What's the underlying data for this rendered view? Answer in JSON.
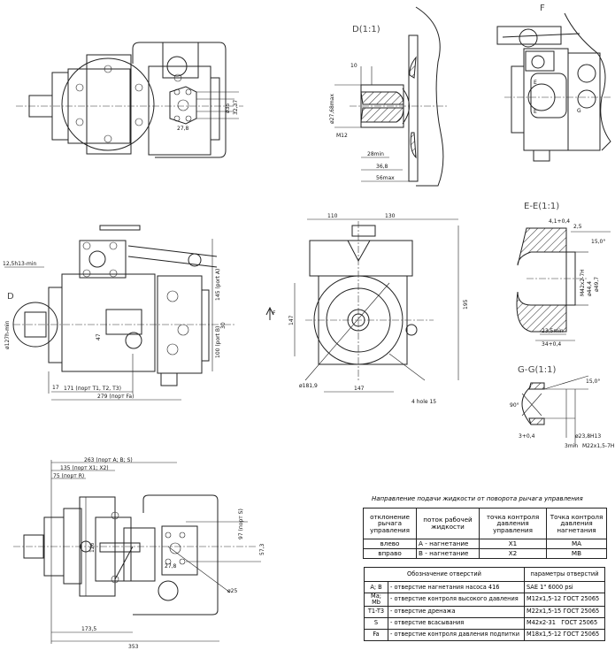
{
  "views": {
    "top": {
      "dims": [
        "ø35",
        "32,37",
        "27,8"
      ]
    },
    "detail_d": {
      "title": "D(1:1)",
      "dims": [
        "10",
        "ø27,68max",
        "M12",
        "28min",
        "36,8",
        "56max"
      ]
    },
    "view_f": {
      "title": "F",
      "section_marks": [
        "E",
        "E",
        "G"
      ]
    },
    "side": {
      "dims": [
        "12,5h13-min",
        "ø127h-min",
        "D",
        "17",
        "171 (порт T1, T2, T3)",
        "279 (порт Fa)",
        "47",
        "145 (port A)",
        "100 (port B)",
        "30"
      ]
    },
    "front": {
      "dims": [
        "110",
        "130",
        "147",
        "195",
        "ø181,9",
        "147",
        "4 hole 15"
      ],
      "arrow_label": "F"
    },
    "section_e": {
      "title": "E-E(1:1)",
      "dims": [
        "4,1+0,4",
        "2,5",
        "15,0°",
        "M42x2-7H",
        "ø44,4",
        "ø49,7",
        "23,5min",
        "34+0,4"
      ]
    },
    "section_g": {
      "title": "G-G(1:1)",
      "dims": [
        "15,0°",
        "90°",
        "3+0,4",
        "ø23,8H13",
        "3min",
        "M22x1,5-7H"
      ]
    },
    "bottom": {
      "dims": [
        "263 (порт A; B; S)",
        "135 (порт X1; X2)",
        "75 (порт R)",
        "97 (порт S)",
        "57,3",
        "126",
        "27,8",
        "ø25",
        "173,5",
        "353"
      ]
    }
  },
  "flow_table": {
    "caption": "Направление подачи жидкости от поворота рычага управления",
    "headers": [
      "отклонение рычага управления",
      "поток рабочей жидкости",
      "точка контроля давления управления",
      "Точка контроля давления нагнетания"
    ],
    "rows": [
      [
        "влево",
        "A - нагнетание",
        "X1",
        "MA"
      ],
      [
        "вправо",
        "B - нагнетание",
        "X2",
        "MB"
      ]
    ]
  },
  "ports_table": {
    "headers": [
      "Обозначение отверстий",
      "параметры отверстий"
    ],
    "rows": [
      [
        "A; B",
        "- отверстие нагнетания насоса 416",
        "SAE 1\" 6000 psi"
      ],
      [
        "Ma; Mb",
        "- отверстие контроля высокого давления",
        "M12x1,5-12 ГОСТ 25065"
      ],
      [
        "T1-T3",
        "- отверстие дренажа",
        "M22x1,5-15 ГОСТ 25065"
      ],
      [
        "S",
        "- отверстие всасывания",
        "M42x2-31   ГОСТ 25065"
      ],
      [
        "Fa",
        "- отверстие контроля давления подпитки",
        "M18x1,5-12 ГОСТ 25065"
      ]
    ]
  }
}
